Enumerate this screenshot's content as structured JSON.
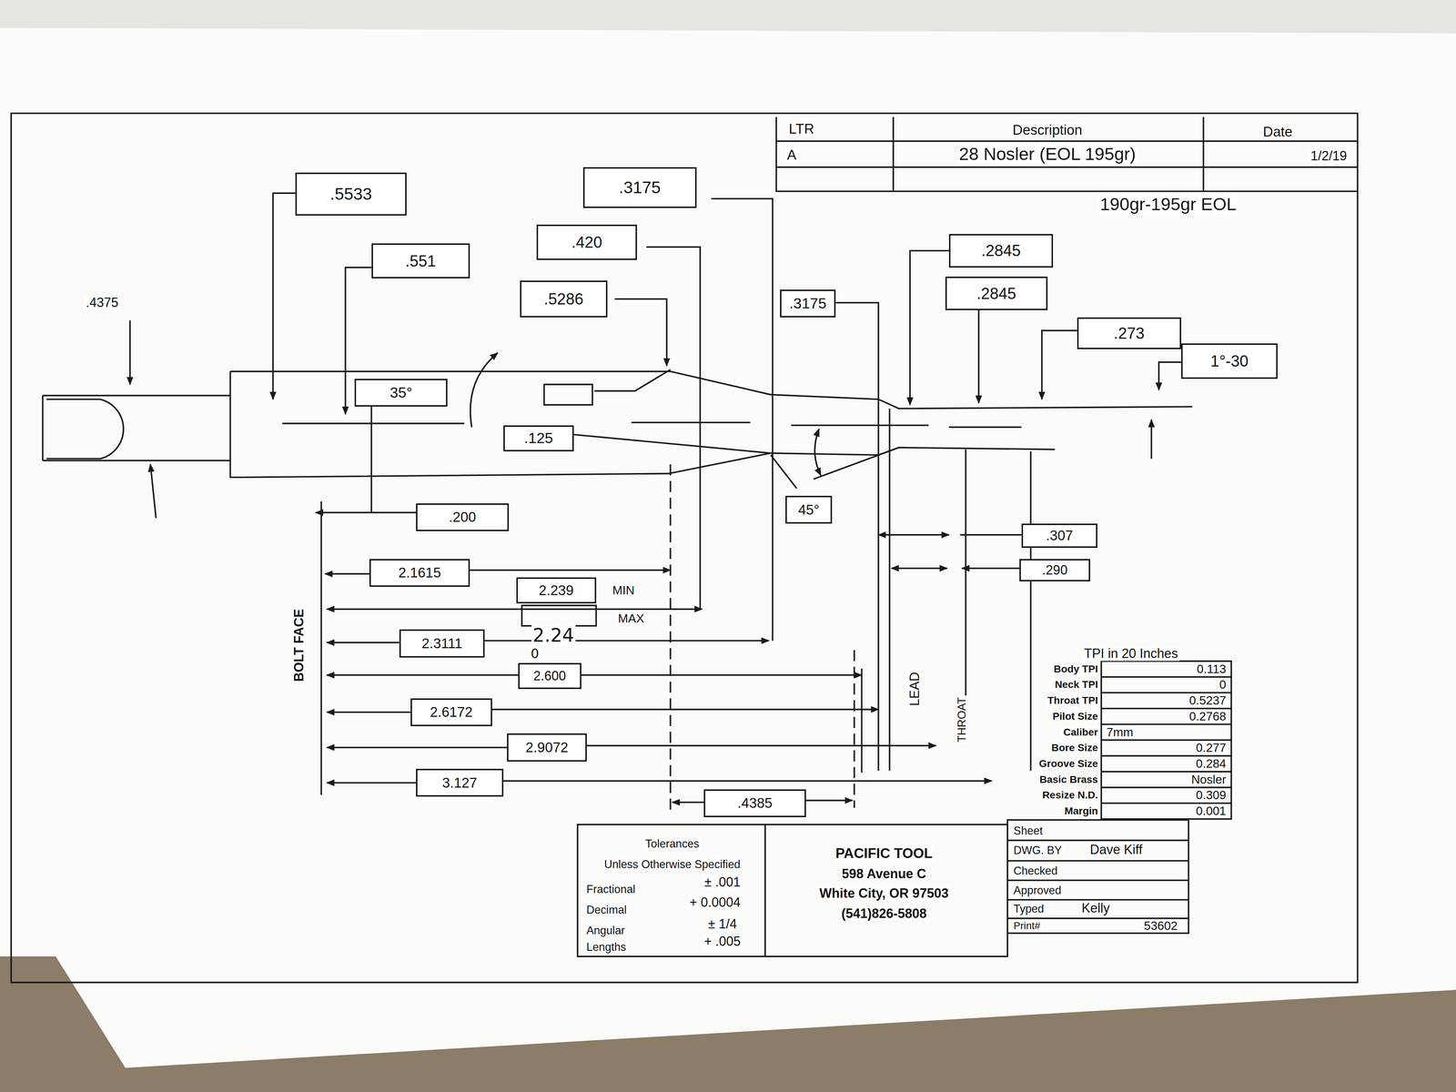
{
  "diagram": {
    "nodes": [
      {
        "text": [
          ".5533"
        ]
      },
      {
        "text": [
          ".551"
        ]
      },
      {
        "text": [
          ".3175"
        ]
      },
      {
        "text": [
          ".420"
        ]
      },
      {
        "text": [
          ".5286"
        ]
      },
      {
        "text": [
          ".3175"
        ]
      },
      {
        "text": [
          ".2845"
        ]
      },
      {
        "text": [
          ".2845"
        ]
      },
      {
        "text": [
          ".273"
        ]
      },
      {
        "text": [
          "1°-30"
        ]
      },
      {
        "text": [
          "35°"
        ]
      },
      {
        "text": [
          ".125"
        ]
      },
      {
        "text": [
          "45°"
        ]
      },
      {
        "text": [
          ".200"
        ]
      },
      {
        "text": [
          "2.1615"
        ]
      },
      {
        "text": [
          "2.239"
        ]
      },
      {
        "text": [
          "2.3111"
        ]
      },
      {
        "text": [
          "2.600"
        ]
      },
      {
        "text": [
          "2.6172"
        ]
      },
      {
        "text": [
          "2.9072"
        ]
      },
      {
        "text": [
          "3.127"
        ]
      },
      {
        "text": [
          ".4385"
        ]
      },
      {
        "text": [
          ".307"
        ]
      },
      {
        "text": [
          ".290"
        ]
      }
    ],
    "labels": [
      ".4375",
      "MIN",
      "MAX",
      "2.24",
      "0",
      "BOLT FACE",
      "LEAD",
      "THROAT",
      "LTR",
      "Description",
      "Date",
      "A",
      "28 Nosler (EOL 195gr)",
      "1/2/19",
      "190gr-195gr EOL",
      "TPI in 20 Inches",
      "Body TPI",
      "0.113",
      "Neck TPI",
      "0",
      "Throat TPI",
      "0.5237",
      "Pilot Size",
      "0.2768",
      "Caliber",
      "7mm",
      "Bore Size",
      "0.277",
      "Groove Size",
      "0.284",
      "Basic Brass",
      "Nosler",
      "Resize N.D.",
      "0.309",
      "Margin",
      "0.001",
      "Tolerances",
      "Unless Otherwise Specified",
      "Fractional",
      "± .001",
      "Decimal",
      "+ 0.0004",
      "Angular",
      "± 1/4",
      "Lengths",
      "+ .005",
      "PACIFIC TOOL",
      "598 Avenue C",
      "White City, OR 97503",
      "(541)826-5808",
      "Sheet",
      "DWG. BY",
      "Dave Kiff",
      "Checked",
      "Approved",
      "Typed",
      "Kelly",
      "Print#",
      "53602"
    ]
  }
}
